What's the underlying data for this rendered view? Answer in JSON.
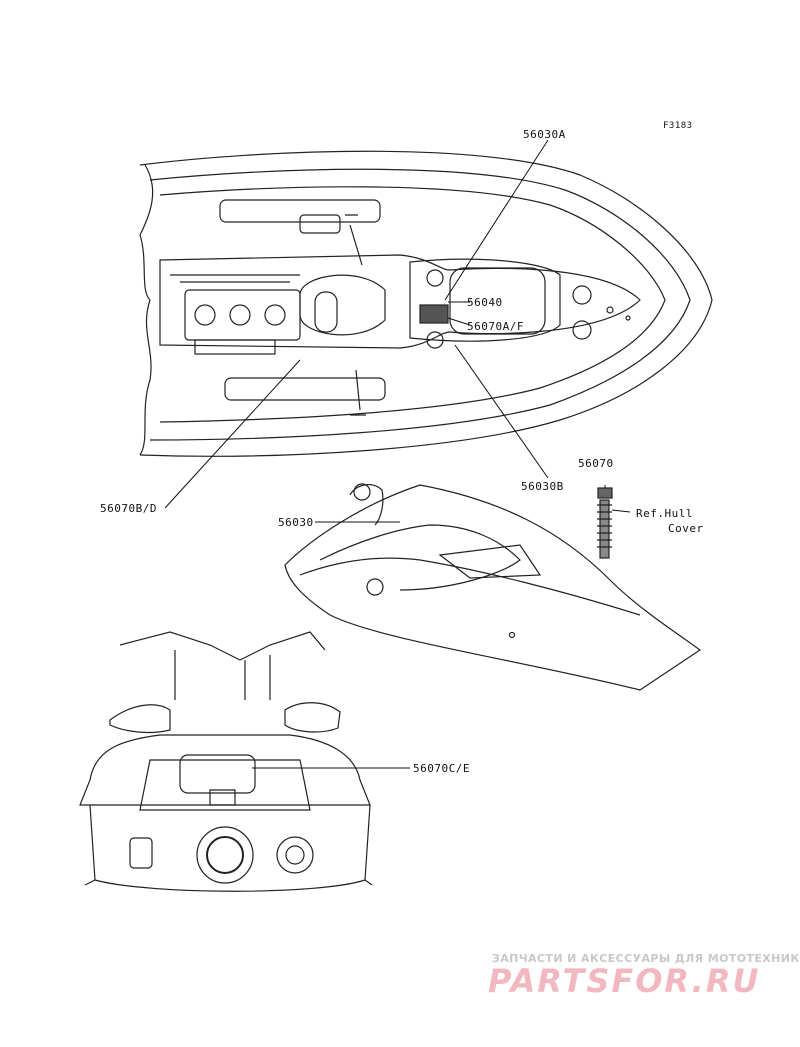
{
  "figure_id": "F3183",
  "labels": {
    "l_56030A": "56030A",
    "l_56040": "56040",
    "l_56070AF": "56070A/F",
    "l_56070BD": "56070B/D",
    "l_56030B": "56030B",
    "l_56070": "56070",
    "l_56030": "56030",
    "l_refhull": "Ref.Hull",
    "l_cover": "Cover",
    "l_56070CE": "56070C/E"
  },
  "watermark": {
    "tagline": "ЗАПЧАСТИ И АКСЕССУАРЫ ДЛЯ МОТОТЕХНИКИ",
    "logo": "PARTSFOR.RU"
  }
}
